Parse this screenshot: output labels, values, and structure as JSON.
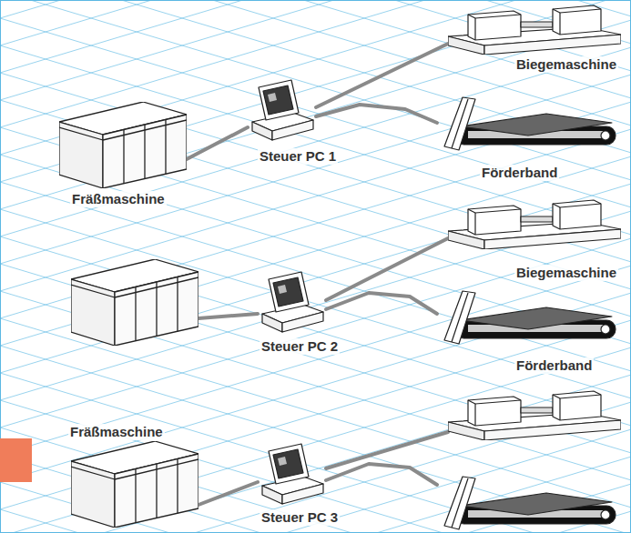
{
  "diagram": {
    "nodes": [
      {
        "text": [
          "Fräßmaschine"
        ]
      },
      {
        "text": [
          "Steuer PC 1"
        ]
      },
      {
        "text": [
          "Biegemaschine"
        ]
      },
      {
        "text": [
          "Förderband"
        ]
      },
      {
        "text": [
          "Fräßmaschine"
        ]
      },
      {
        "text": [
          "Steuer PC 2"
        ]
      },
      {
        "text": [
          "Biegemaschine"
        ]
      },
      {
        "text": [
          "Förderband"
        ]
      },
      {
        "text": [
          "Steuer PC 3"
        ]
      }
    ],
    "edges": [
      {
        "from": 0,
        "to": 1,
        "arrow": "none"
      },
      {
        "from": 1,
        "to": 2,
        "arrow": "none"
      },
      {
        "from": 1,
        "to": 3,
        "arrow": "none"
      },
      {
        "from": 4,
        "to": 5,
        "arrow": "none"
      },
      {
        "from": 5,
        "to": 6,
        "arrow": "none"
      },
      {
        "from": 5,
        "to": 7,
        "arrow": "none"
      }
    ]
  }
}
